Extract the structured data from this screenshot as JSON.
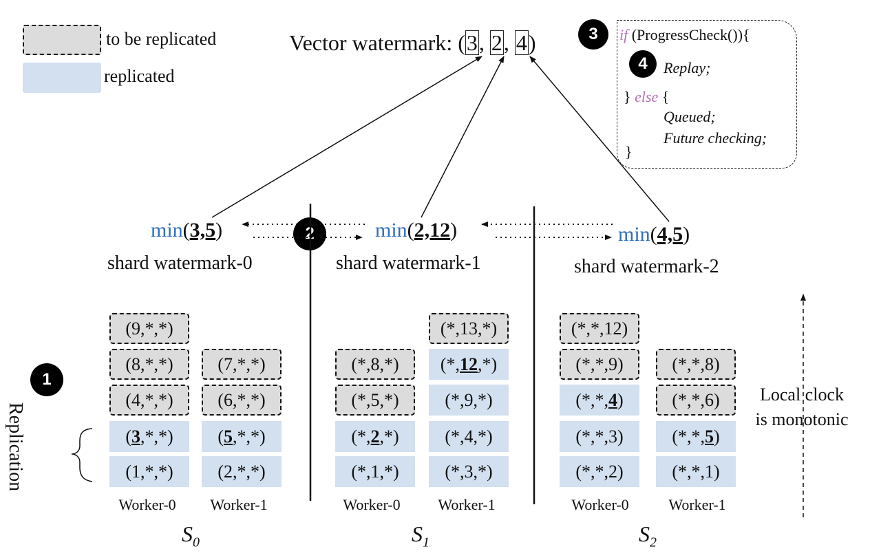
{
  "legend": {
    "pending_label": "to be replicated",
    "done_label": "replicated",
    "colors": {
      "pending": "#dcdcdc",
      "done": "#d2e0f0"
    }
  },
  "vector_watermark": {
    "prefix": "Vector watermark: (",
    "values": [
      "3",
      "2",
      "4"
    ],
    "separator": ",",
    "suffix": ")"
  },
  "shards": [
    {
      "min_fn": "min",
      "min_args": "3,5",
      "label": "shard watermark-0",
      "name_base": "S",
      "name_sub": "0"
    },
    {
      "min_fn": "min",
      "min_args": "2,12",
      "label": "shard watermark-1",
      "name_base": "S",
      "name_sub": "1"
    },
    {
      "min_fn": "min",
      "min_args": "4,5",
      "label": "shard watermark-2",
      "name_base": "S",
      "name_sub": "2"
    }
  ],
  "workers": [
    {
      "label": "Worker-0",
      "cells": [
        {
          "text": "(9,*,*)",
          "state": "pending"
        },
        {
          "text": "(8,*,*)",
          "state": "pending"
        },
        {
          "text": "(4,*,*)",
          "state": "pending"
        },
        {
          "pre": "(",
          "bold": "3",
          "post": ",*,*)",
          "state": "done"
        },
        {
          "text": "(1,*,*)",
          "state": "done"
        }
      ]
    },
    {
      "label": "Worker-1",
      "cells": [
        {
          "text": "(7,*,*)",
          "state": "pending"
        },
        {
          "text": "(6,*,*)",
          "state": "pending"
        },
        {
          "pre": "(",
          "bold": "5",
          "post": ",*,*)",
          "state": "done"
        },
        {
          "text": "(2,*,*)",
          "state": "done"
        }
      ]
    },
    {
      "label": "Worker-0",
      "cells": [
        {
          "text": "(*,8,*)",
          "state": "pending"
        },
        {
          "text": "(*,5,*)",
          "state": "pending"
        },
        {
          "pre": "(*,",
          "bold": "2",
          "post": ",*)",
          "state": "done"
        },
        {
          "text": "(*,1,*)",
          "state": "done"
        }
      ]
    },
    {
      "label": "Worker-1",
      "cells": [
        {
          "text": "(*,13,*)",
          "state": "pending"
        },
        {
          "pre": "(*,",
          "bold": "12",
          "post": ",*)",
          "state": "done"
        },
        {
          "text": "(*,9,*)",
          "state": "done"
        },
        {
          "text": "(*,4,*)",
          "state": "done"
        },
        {
          "text": "(*,3,*)",
          "state": "done"
        }
      ]
    },
    {
      "label": "Worker-0",
      "cells": [
        {
          "text": "(*,*,12)",
          "state": "pending"
        },
        {
          "text": "(*,*,9)",
          "state": "pending"
        },
        {
          "pre": "(*,*,",
          "bold": "4",
          "post": ")",
          "state": "done"
        },
        {
          "text": "(*,*,3)",
          "state": "done"
        },
        {
          "text": "(*,*,2)",
          "state": "done"
        }
      ]
    },
    {
      "label": "Worker-1",
      "cells": [
        {
          "text": "(*,*,8)",
          "state": "pending"
        },
        {
          "text": "(*,*,6)",
          "state": "pending"
        },
        {
          "pre": "(*,*,",
          "bold": "5",
          "post": ")",
          "state": "done"
        },
        {
          "text": "(*,*,1)",
          "state": "done"
        }
      ]
    }
  ],
  "steps": [
    "1",
    "2",
    "3",
    "4"
  ],
  "replication_label": "Replication",
  "clock_note": {
    "line1": "Local clock",
    "line2": "is monotonic"
  },
  "code": {
    "if_kw": "if",
    "if_cond": " (ProgressCheck()){",
    "replay": "Replay;",
    "close_else": "} ",
    "else_kw": "else",
    "else_open": " {",
    "queued": "Queued;",
    "future": "Future checking;",
    "close": "}"
  }
}
